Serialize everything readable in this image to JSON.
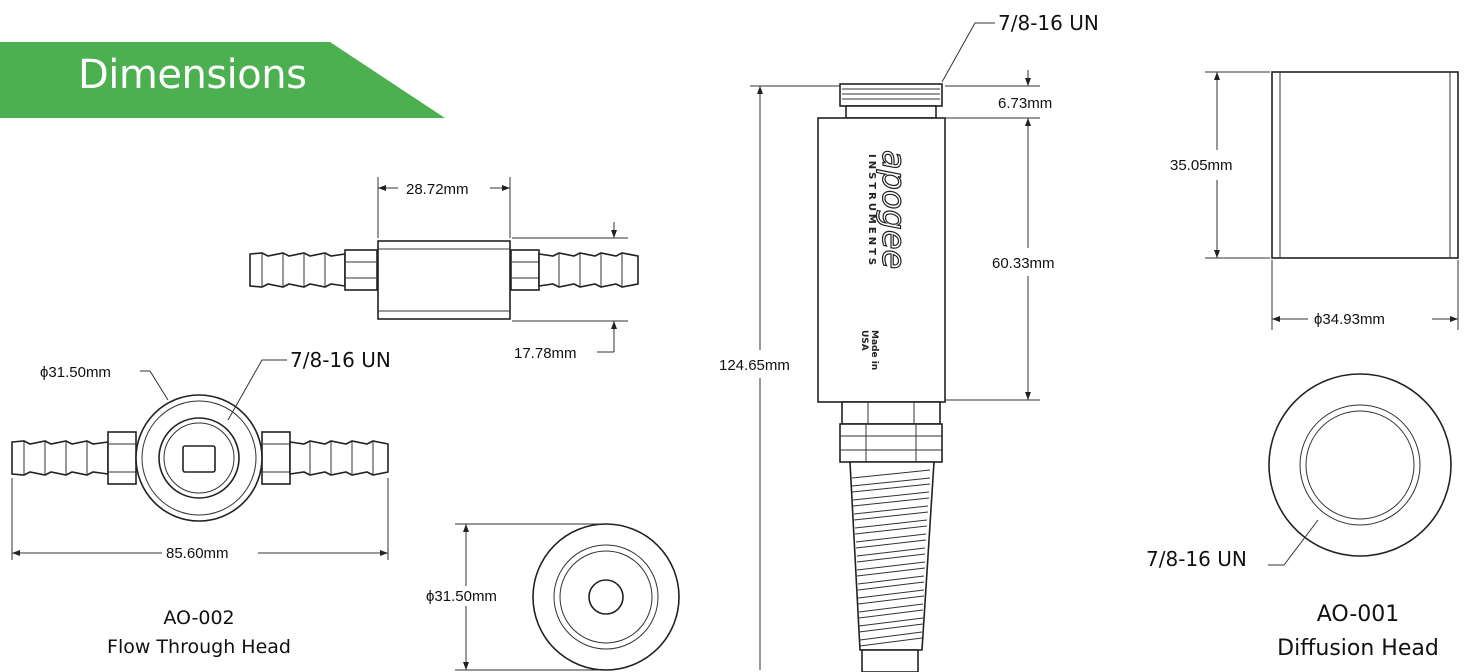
{
  "title": "Dimensions",
  "colors": {
    "banner": "#4CAF50",
    "line": "#222222",
    "background": "#FFFFFF"
  },
  "flow_head": {
    "width_top": "28.72mm",
    "height_side": "17.78mm",
    "diameter": "ϕ31.50mm",
    "thread": "7/8-16 UN",
    "length": "85.60mm",
    "end_diameter": "ϕ31.50mm",
    "model": "AO-002",
    "name": "Flow Through Head"
  },
  "sensor": {
    "thread": "7/8-16 UN",
    "thread_height": "6.73mm",
    "body_length": "60.33mm",
    "total_length": "124.65mm",
    "logo": "apogee",
    "logo_sub": "INSTRUMENTS",
    "made_line1": "Made in",
    "made_line2": "USA"
  },
  "diffusion_head": {
    "height": "35.05mm",
    "diameter": "ϕ34.93mm",
    "thread": "7/8-16 UN",
    "model": "AO-001",
    "name": "Diffusion Head"
  }
}
